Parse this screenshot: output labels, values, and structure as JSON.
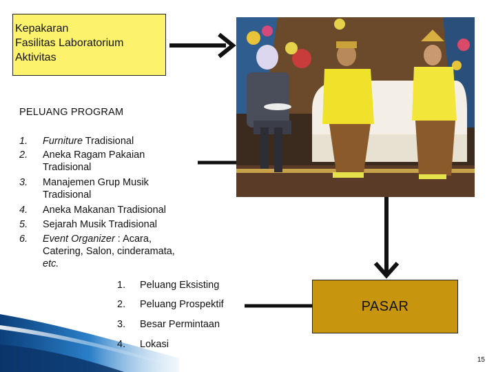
{
  "top_box": {
    "lines": [
      "Kepakaran",
      "Fasilitas Laboratorium",
      "Aktivitas"
    ]
  },
  "program": {
    "heading": "PELUANG PROGRAM",
    "items": [
      {
        "num": "1.",
        "parts": [
          {
            "text": "Furniture",
            "italic": true
          },
          {
            "text": " Tradisional",
            "italic": false
          }
        ]
      },
      {
        "num": "2.",
        "parts": [
          {
            "text": "Aneka Ragam Pakaian Tradisional",
            "italic": false
          }
        ]
      },
      {
        "num": "3.",
        "parts": [
          {
            "text": "Manajemen Grup Musik Tradisional",
            "italic": false
          }
        ]
      },
      {
        "num": "4.",
        "parts": [
          {
            "text": "Aneka Makanan Tradisional",
            "italic": false
          }
        ]
      },
      {
        "num": "5.",
        "parts": [
          {
            "text": "Sejarah Musik Tradisional",
            "italic": false
          }
        ]
      },
      {
        "num": "6.",
        "parts": [
          {
            "text": "Event Organizer",
            "italic": true
          },
          {
            "text": " : Acara, Catering, Salon, cinderamata, ",
            "italic": false
          },
          {
            "text": "etc.",
            "italic": true
          }
        ]
      }
    ]
  },
  "market_items": [
    {
      "num": "1.",
      "label": "Peluang Eksisting"
    },
    {
      "num": "2.",
      "label": "Peluang Prospektif"
    },
    {
      "num": "3.",
      "label": "Besar Permintaan"
    },
    {
      "num": "4.",
      "label": "Lokasi"
    }
  ],
  "pasar_box": {
    "label": "PASAR"
  },
  "page_number": "15",
  "colors": {
    "yellow_box": "#fdf26b",
    "pasar_box": "#c8960e",
    "accent_blue": "#1f6fb5"
  }
}
